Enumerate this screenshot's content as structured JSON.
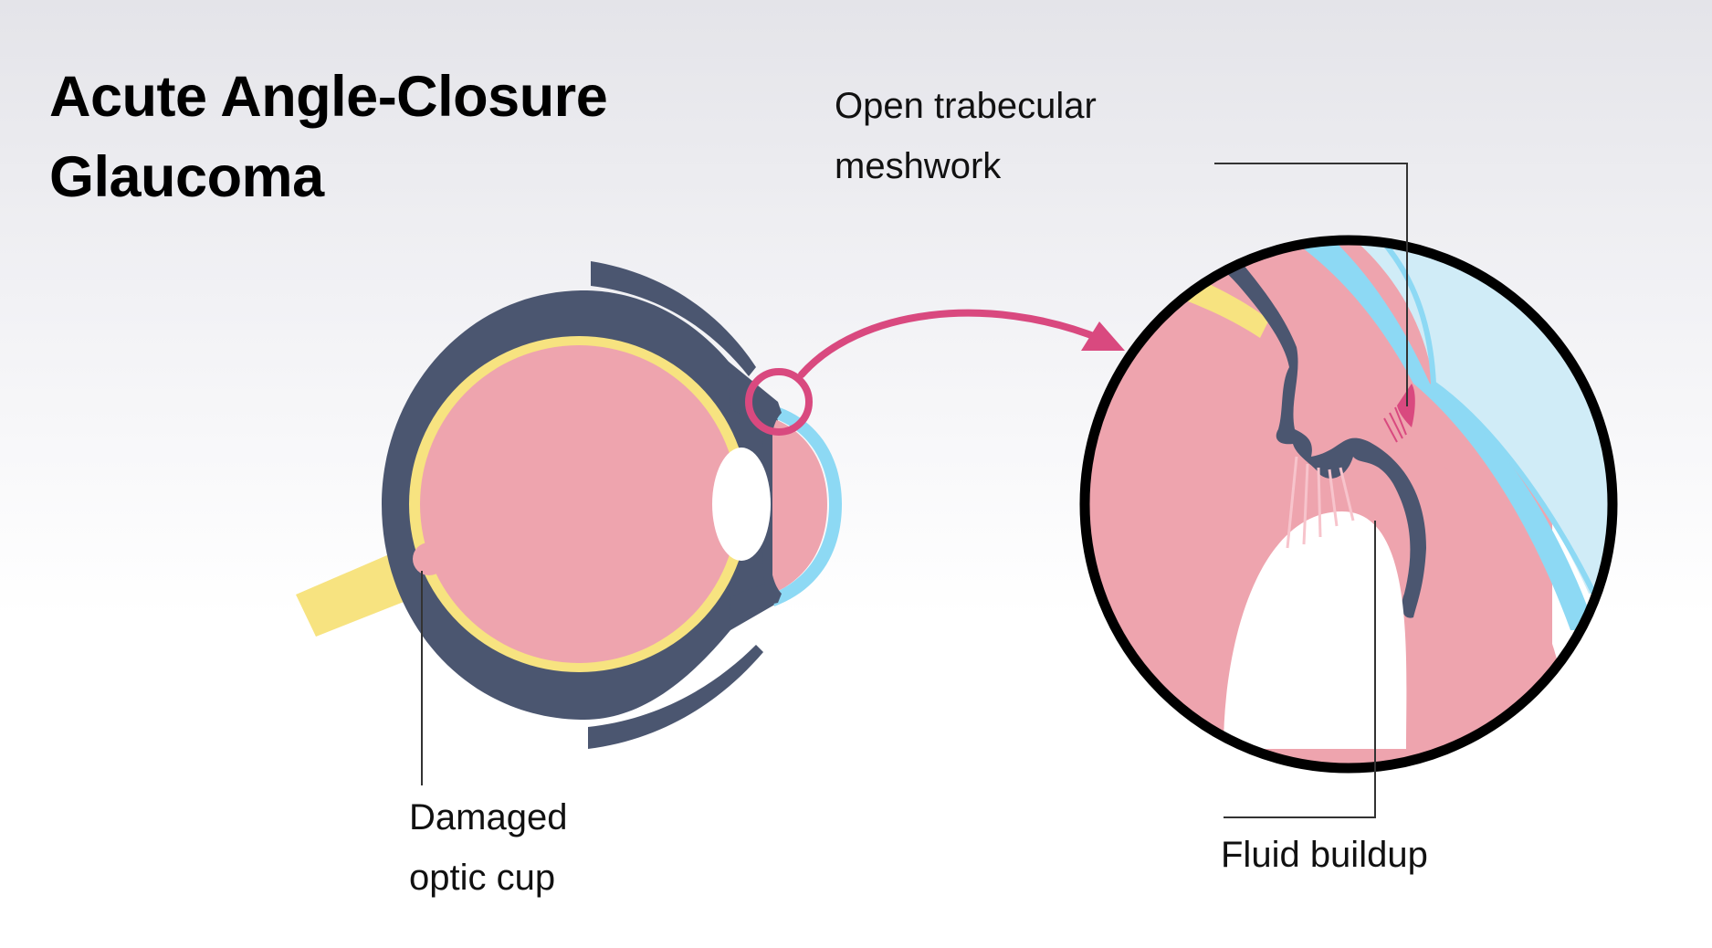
{
  "title": {
    "line1": "Acute Angle-Closure",
    "line2": "Glaucoma"
  },
  "labels": {
    "meshwork": {
      "line1": "Open trabecular",
      "line2": "meshwork"
    },
    "optic_cup": {
      "line1": "Damaged",
      "line2": "optic cup"
    },
    "fluid": {
      "text": "Fluid buildup"
    }
  },
  "colors": {
    "sclera": "#4b5670",
    "retina": "#f7e380",
    "vitreous": "#eea4ae",
    "cornea": "#8dd9f4",
    "cornea_light": "#d0ecf7",
    "lens": "#ffffff",
    "highlight": "#d9497f",
    "leader": "#333333",
    "outline": "#000000"
  }
}
